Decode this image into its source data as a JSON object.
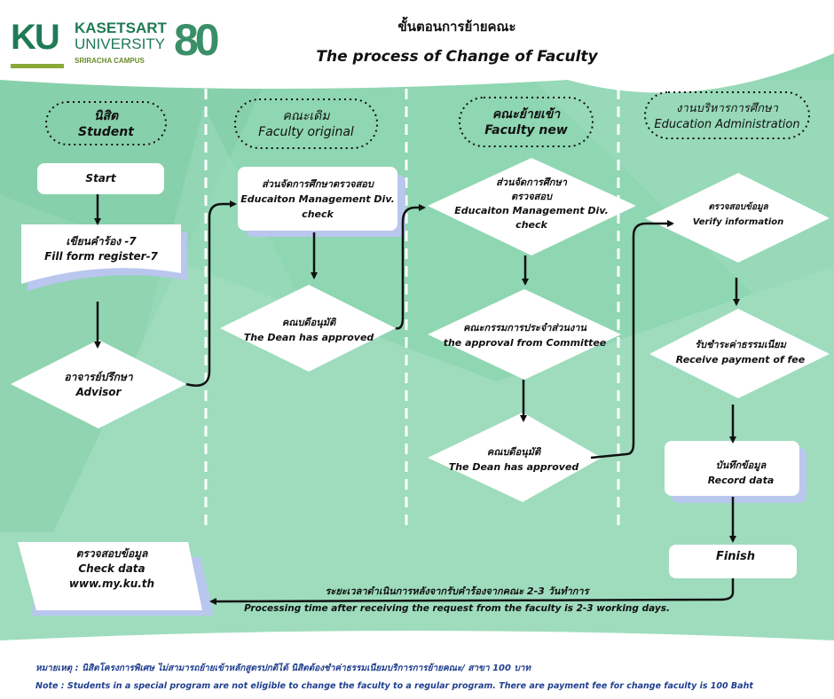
{
  "logo": {
    "abbr": "KU",
    "name_line1": "KASETSART",
    "name_line2": "UNIVERSITY",
    "campus": "SRIRACHA CAMPUS",
    "anniversary": "80"
  },
  "title": {
    "thai": "ขั้นตอนการย้ายคณะ",
    "english": "The process of Change of Faculty"
  },
  "lanes": [
    {
      "thai": "นิสิต",
      "english": "Student"
    },
    {
      "thai": "คณะเดิม",
      "english": "Faculty original"
    },
    {
      "thai": "คณะย้ายเข้า",
      "english": "Faculty new"
    },
    {
      "thai": "งานบริหารการศึกษา",
      "english": "Education Administration"
    }
  ],
  "steps": {
    "start": "Start",
    "fill_form": {
      "thai": "เขียนคำร้อง -7",
      "english": "Fill form  register-7"
    },
    "advisor": {
      "thai": "อาจารย์ปรึกษา",
      "english": "Advisor"
    },
    "orig_check": {
      "thai": "ส่วนจัดการศึกษาตรวจสอบ",
      "english1": "Educaiton Management Div.",
      "english2": "check"
    },
    "orig_dean": {
      "thai": "คณบดีอนุมัติ",
      "english": "The Dean has approved"
    },
    "new_check": {
      "thai1": "ส่วนจัดการศึกษา",
      "thai2": "ตรวจสอบ",
      "english1": "Educaiton Management Div.",
      "english2": "check"
    },
    "committee": {
      "thai": "คณะกรรมการประจำส่วนงาน",
      "english": "the approval from Committee"
    },
    "new_dean": {
      "thai": "คณบดีอนุมัติ",
      "english": "The Dean has approved"
    },
    "verify": {
      "thai": "ตรวจสอบข้อมูล",
      "english": "Verify information"
    },
    "payment": {
      "thai": "รับชำระค่าธรรมเนียม",
      "english": "Receive payment of fee"
    },
    "record": {
      "thai": "บันทึกข้อมูล",
      "english": "Record data"
    },
    "finish": "Finish",
    "check_data": {
      "thai": "ตรวจสอบข้อมูล",
      "english": "Check  data",
      "url": "www.my.ku.th"
    }
  },
  "processing": {
    "thai": "ระยะเวลาดำเนินการหลังจากรับคำร้องจากคณะ 2-3 วันทำการ",
    "english": "Processing time after receiving the request from the faculty is 2-3 working days."
  },
  "note": {
    "thai": "หมายเหตุ :  นิสิตโครงการพิเศษ ไม่สามารถย้ายเข้าหลักสูตรปกติได้  นิสิตต้องชำค่าธรรมเนียมบริการการย้ายคณะ/ สาขา 100 บาท",
    "english": "Note : Students in a special program are not eligible to change the faculty to a regular program. There are  payment fee for change faculty is 100 Baht"
  },
  "colors": {
    "background": "#8fd6b2",
    "shadow": "#b9c6ee",
    "brand_green": "#1f7a57",
    "note_blue": "#1f3f8f"
  }
}
